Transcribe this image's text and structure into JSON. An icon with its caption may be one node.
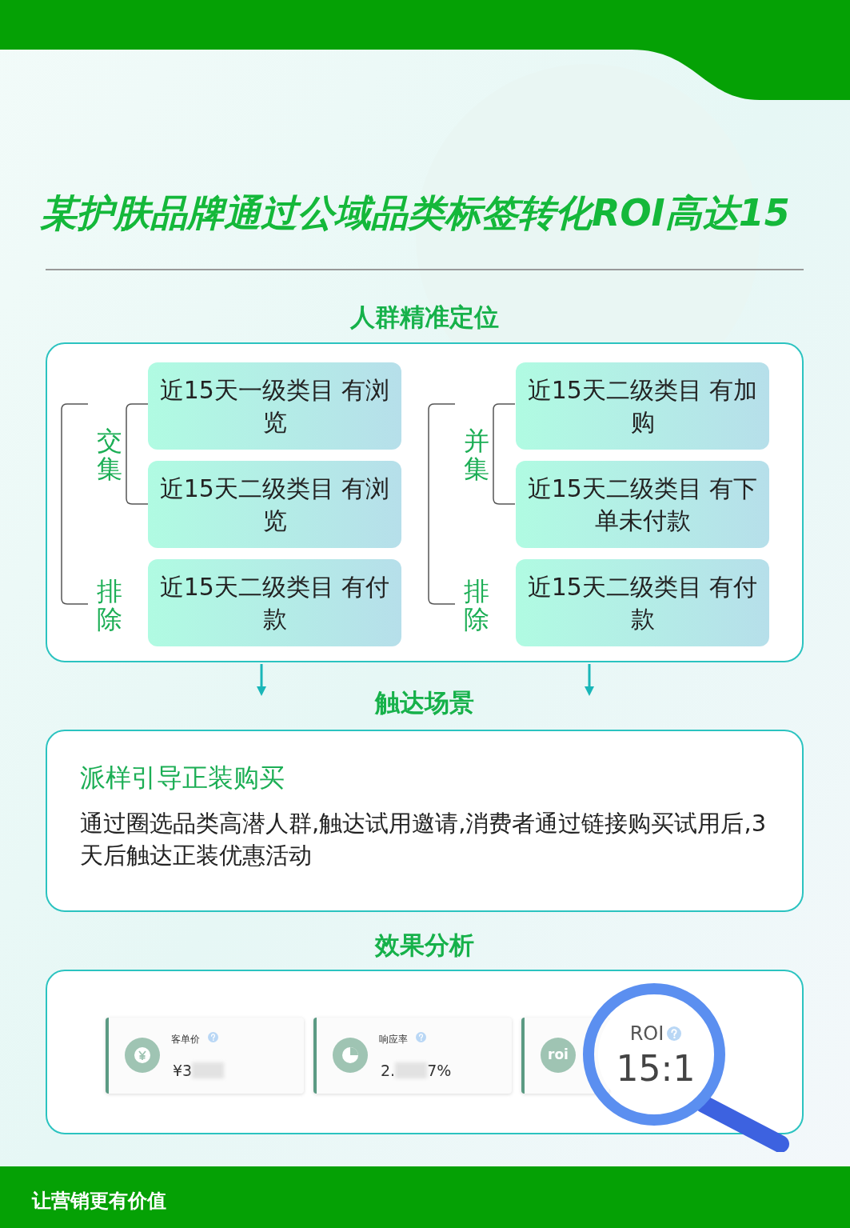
{
  "diagram": {
    "title": "某护肤品牌通过公域品类标签转化ROI高达15",
    "nodes": [
      {
        "text": [
          "人群精准定位"
        ]
      },
      {
        "text": [
          "近15天一级类目 有浏览"
        ],
        "in": 0
      },
      {
        "text": [
          "近15天二级类目 有加购"
        ],
        "in": 0
      },
      {
        "text": [
          "近15天二级类目 有浏览"
        ],
        "in": 0
      },
      {
        "text": [
          "近15天二级类目 有下单未付款"
        ],
        "in": 0
      },
      {
        "text": [
          "近15天二级类目 有付款"
        ],
        "in": 0
      },
      {
        "text": [
          "近15天二级类目 有付款"
        ],
        "in": 0
      },
      {
        "text": [
          "触达场景",
          "派样引导正装购买",
          "通过圈选品类高潜人群,触达试用邀请,消费者通过链接购买试用后,3天后触达正装优惠活动"
        ]
      },
      {
        "text": [
          "效果分析"
        ]
      },
      {
        "text": [
          "客单价",
          "¥3"
        ],
        "in": 8
      },
      {
        "text": [
          "响应率",
          "2.",
          "7%"
        ],
        "in": 8
      },
      {
        "text": [
          "roi"
        ],
        "in": 8
      },
      {
        "text": [
          "ROI",
          "15:1"
        ],
        "in": 8
      }
    ],
    "edges": [
      {
        "from": 0,
        "to": 7,
        "arrow": "to"
      },
      {
        "from": 0,
        "to": 7,
        "arrow": "to"
      }
    ],
    "labels": [
      "交集",
      "排除",
      "并集",
      "排除",
      "让营销更有价值"
    ]
  }
}
